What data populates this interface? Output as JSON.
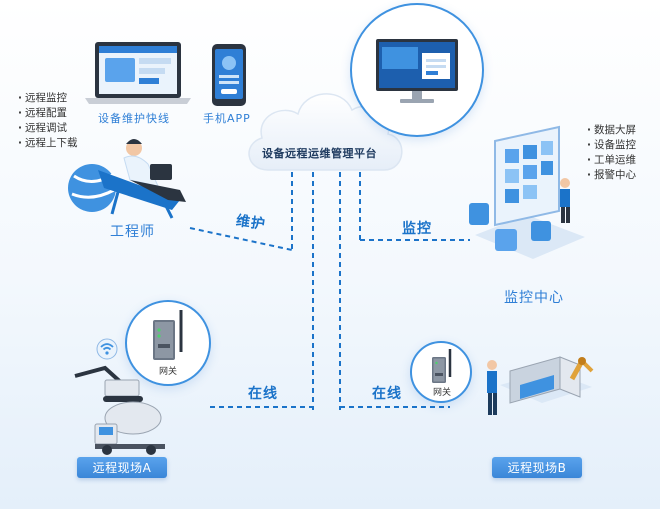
{
  "cloud": {
    "label": "设备远程运维管理平台"
  },
  "engineer": {
    "features": [
      "远程监控",
      "远程配置",
      "远程调试",
      "远程上下载"
    ],
    "laptop_caption": "设备维护快线",
    "phone_caption": "手机APP",
    "label": "工程师"
  },
  "monitor_center": {
    "features": [
      "数据大屏",
      "设备监控",
      "工单运维",
      "报警中心"
    ],
    "label": "监控中心"
  },
  "edges": {
    "maintain": "维护",
    "monitor": "监控",
    "online_a": "在线",
    "online_b": "在线"
  },
  "site_a": {
    "label": "远程现场A",
    "gateway": "网关"
  },
  "site_b": {
    "label": "远程现场B",
    "gateway": "网关"
  },
  "colors": {
    "accent": "#2f7fd6",
    "line": "#1b73c9",
    "badge": "#3a86d8"
  }
}
